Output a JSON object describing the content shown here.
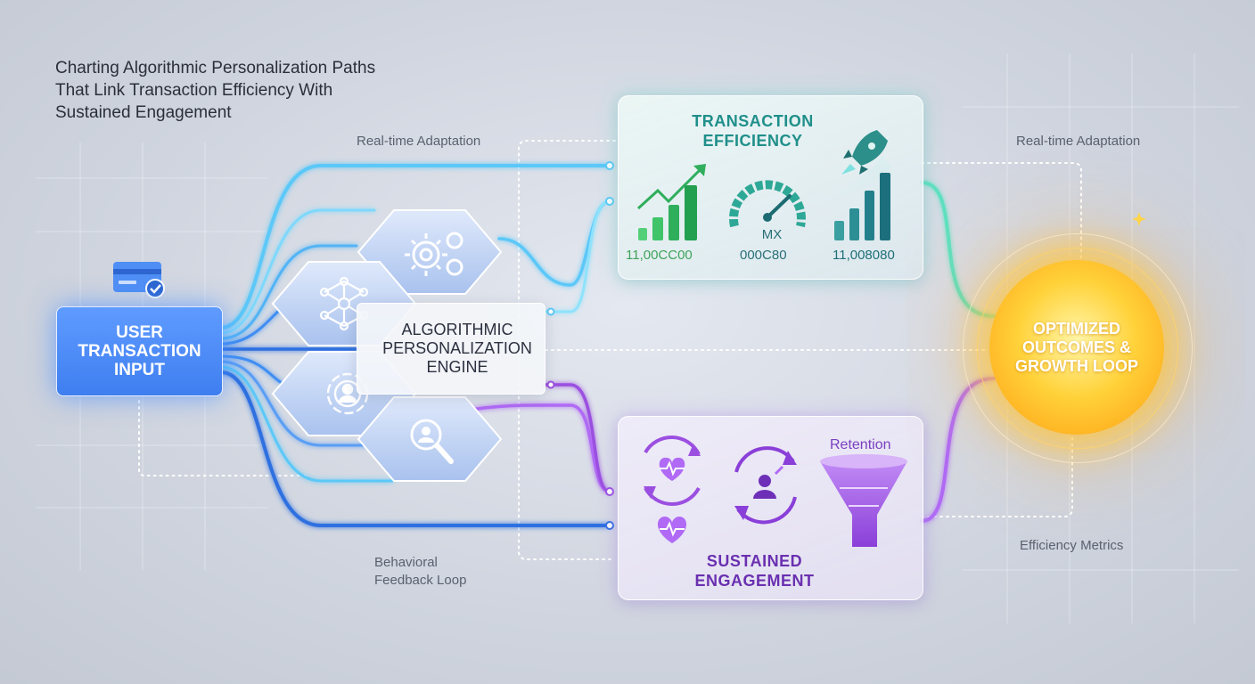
{
  "title_lines": [
    "Charting Algorithmic Personalization Paths",
    "That Link Transaction Efficiency With",
    "Sustained Engagement"
  ],
  "labels": {
    "realtime_left": "Real-time Adaptation",
    "realtime_right": "Real-time Adaptation",
    "behavioral_line1": "Behavioral",
    "behavioral_line2": "Feedback Loop",
    "efficiency_metrics": "Efficiency Metrics"
  },
  "input_node": {
    "lines": [
      "USER",
      "TRANSACTION",
      "INPUT"
    ]
  },
  "engine_node": {
    "lines": [
      "ALGORITHMIC",
      "PERSONALIZATION",
      "ENGINE"
    ]
  },
  "transaction_panel": {
    "title_lines": [
      "TRANSACTION",
      "EFFICIENCY"
    ],
    "gauge_label": "MX",
    "metrics": [
      "11,00CC00",
      "000C80",
      "11,008080"
    ]
  },
  "engagement_panel": {
    "title_lines": [
      "SUSTAINED",
      "ENGAGEMENT"
    ],
    "retention_label": "Retention"
  },
  "outcome_node": {
    "lines": [
      "OPTIMIZED",
      "OUTCOMES &",
      "GROWTH LOOP"
    ]
  },
  "icons": [
    "credit-card-check-icon",
    "gears-icon",
    "network-icon",
    "user-target-icon",
    "search-user-icon",
    "trend-up-chart-icon",
    "speedometer-icon",
    "bar-chart-icon",
    "rocket-icon",
    "heart-cycle-icon",
    "heart-pulse-icon",
    "user-cycle-icon",
    "funnel-icon"
  ],
  "colors": {
    "blue": "#3f7ef0",
    "cyan": "#4fd0f5",
    "teal": "#2ea896",
    "green": "#3fc46a",
    "purple": "#9b4fe0",
    "gold": "#ffc233"
  }
}
